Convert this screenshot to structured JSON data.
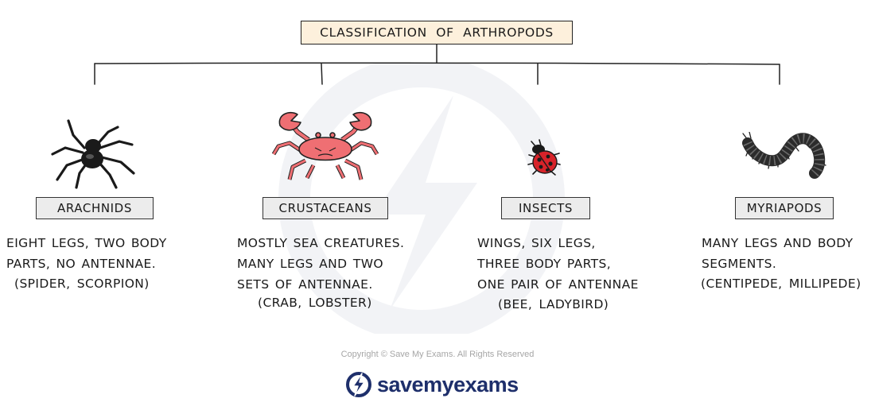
{
  "title": "CLASSIFICATION OF ARTHROPODS",
  "groups": [
    {
      "name": "ARACHNIDS",
      "description": [
        "EIGHT LEGS, TWO BODY",
        "PARTS, NO ANTENNAE."
      ],
      "examples": "(SPIDER, SCORPION)",
      "icon": "spider-icon"
    },
    {
      "name": "CRUSTACEANS",
      "description": [
        "MOSTLY SEA CREATURES.",
        "MANY LEGS AND TWO",
        "SETS OF ANTENNAE."
      ],
      "examples": "(CRAB, LOBSTER)",
      "icon": "crab-icon"
    },
    {
      "name": "INSECTS",
      "description": [
        "WINGS, SIX LEGS,",
        "THREE BODY PARTS,",
        "ONE PAIR OF ANTENNAE"
      ],
      "examples": "(BEE, LADYBIRD)",
      "icon": "ladybird-icon"
    },
    {
      "name": "MYRIAPODS",
      "description": [
        "MANY LEGS AND BODY",
        "SEGMENTS."
      ],
      "examples": "(CENTIPEDE, MILLIPEDE)",
      "icon": "millipede-icon"
    }
  ],
  "footer": {
    "copyright": "Copyright © Save My Exams. All Rights Reserved",
    "brand": "savemyexams"
  },
  "colors": {
    "title_fill": "#fdf0dc",
    "label_fill": "#ececec",
    "crab": "#ef6f73",
    "ladybird": "#d8232a",
    "brand": "#1e2f6b"
  }
}
